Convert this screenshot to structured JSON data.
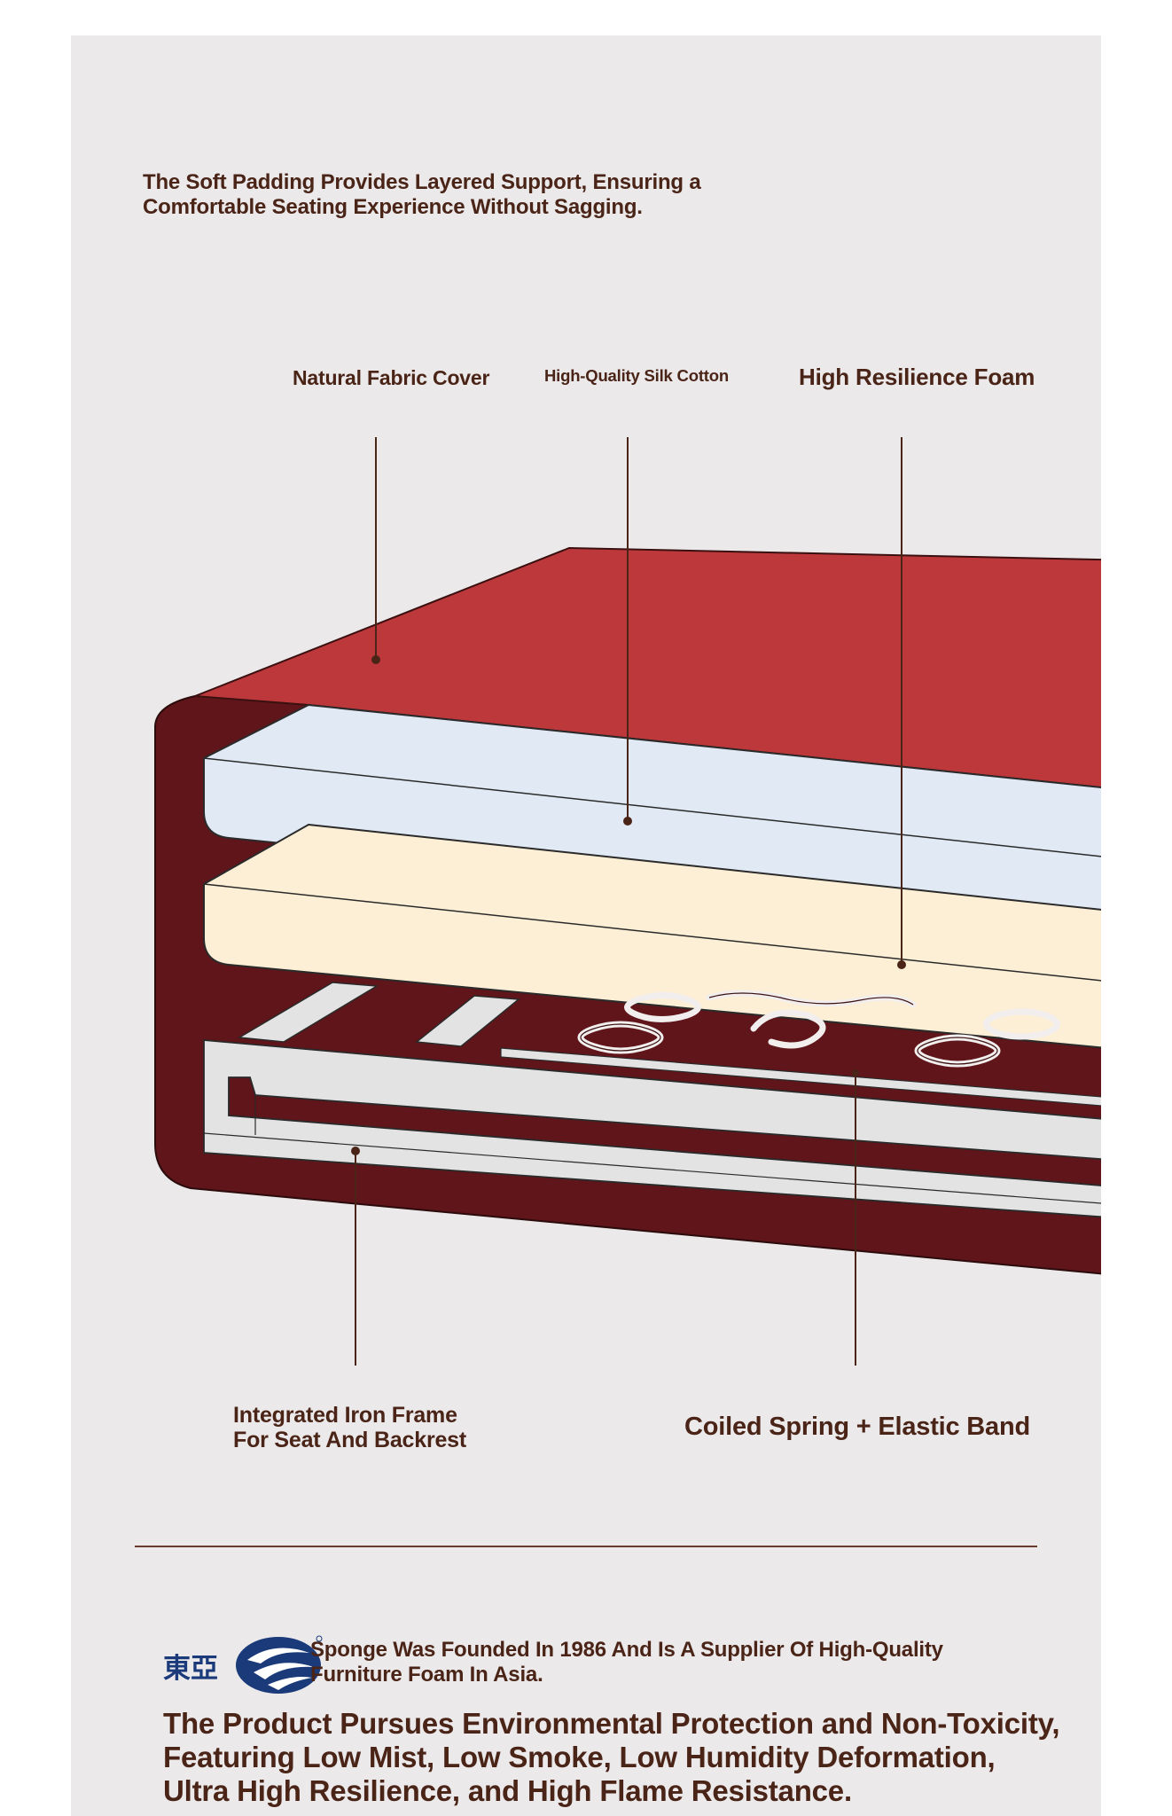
{
  "intro": {
    "line1": "The Soft Padding Provides Layered Support, Ensuring a",
    "line2": "Comfortable Seating Experience Without Sagging."
  },
  "labels": {
    "fabric_cover": "Natural Fabric Cover",
    "silk_cotton": "High-Quality Silk Cotton",
    "resilience_foam": "High Resilience Foam",
    "iron_frame_line1": "Integrated Iron Frame",
    "iron_frame_line2": "For Seat And Backrest",
    "spring": "Coiled Spring + Elastic Band"
  },
  "brand": {
    "logo_icon": "company-logo-icon",
    "logo_text": "東亞",
    "company_line1": "Sponge Was Founded In 1986 And Is A Supplier Of High-Quality",
    "company_line2": "Furniture Foam In Asia."
  },
  "tagline": {
    "line1": "The Product Pursues Environmental Protection and Non-Toxicity,",
    "line2": "Featuring Low Mist, Low Smoke, Low Humidity Deformation,",
    "line3": "Ultra High Resilience, and High Flame Resistance."
  },
  "colors": {
    "panel_background": "#ebe9ea",
    "text_brown": "#4a2417",
    "fabric_top": "#bc383b",
    "fabric_dark": "#5f1519",
    "silk_cotton_layer": "#e1e9f4",
    "foam_layer": "#fdefd6",
    "frame": "#e4e3e4",
    "logo_blue": "#1a3a7a"
  }
}
